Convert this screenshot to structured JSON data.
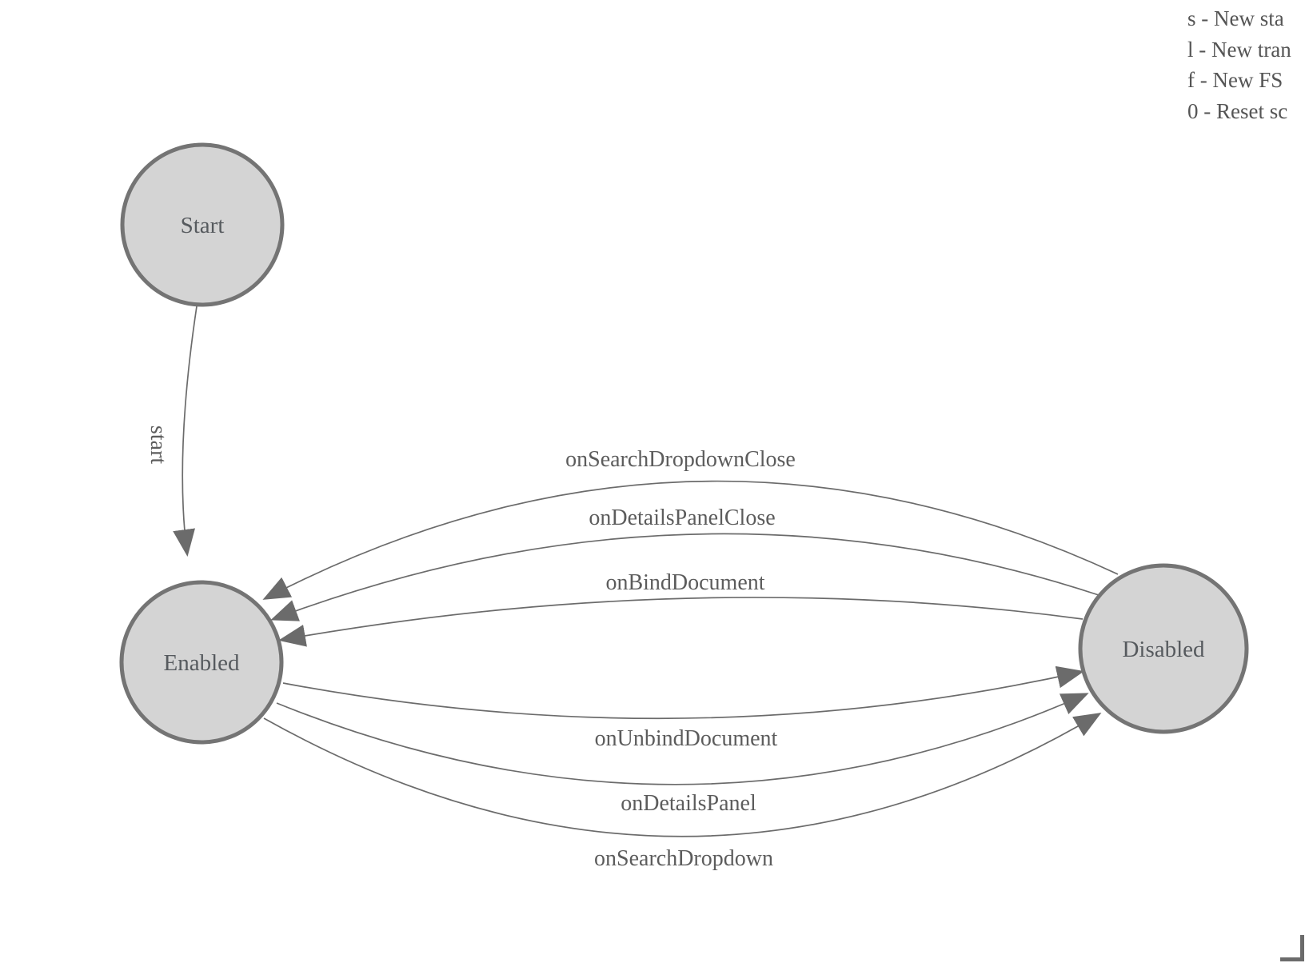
{
  "diagram": {
    "states": [
      {
        "label": "Start"
      },
      {
        "label": "Enabled"
      },
      {
        "label": "Disabled"
      }
    ],
    "transitions": [
      {
        "label": "start",
        "from": "Start",
        "to": "Enabled"
      },
      {
        "label": "onSearchDropdownClose",
        "from": "Disabled",
        "to": "Enabled"
      },
      {
        "label": "onDetailsPanelClose",
        "from": "Disabled",
        "to": "Enabled"
      },
      {
        "label": "onBindDocument",
        "from": "Disabled",
        "to": "Enabled"
      },
      {
        "label": "onUnbindDocument",
        "from": "Enabled",
        "to": "Disabled"
      },
      {
        "label": "onDetailsPanel",
        "from": "Enabled",
        "to": "Disabled"
      },
      {
        "label": "onSearchDropdown",
        "from": "Enabled",
        "to": "Disabled"
      }
    ]
  },
  "legend": {
    "lines": [
      "s - New sta",
      "l - New tran",
      "f - New FS",
      "0 - Reset sc"
    ]
  },
  "colors": {
    "node-fill": "#d4d4d4",
    "node-stroke": "#747474",
    "edge-stroke": "#6b6b6b",
    "label-text": "#5c5c5c",
    "node-text": "#565a5e",
    "legend-text": "#555555"
  }
}
